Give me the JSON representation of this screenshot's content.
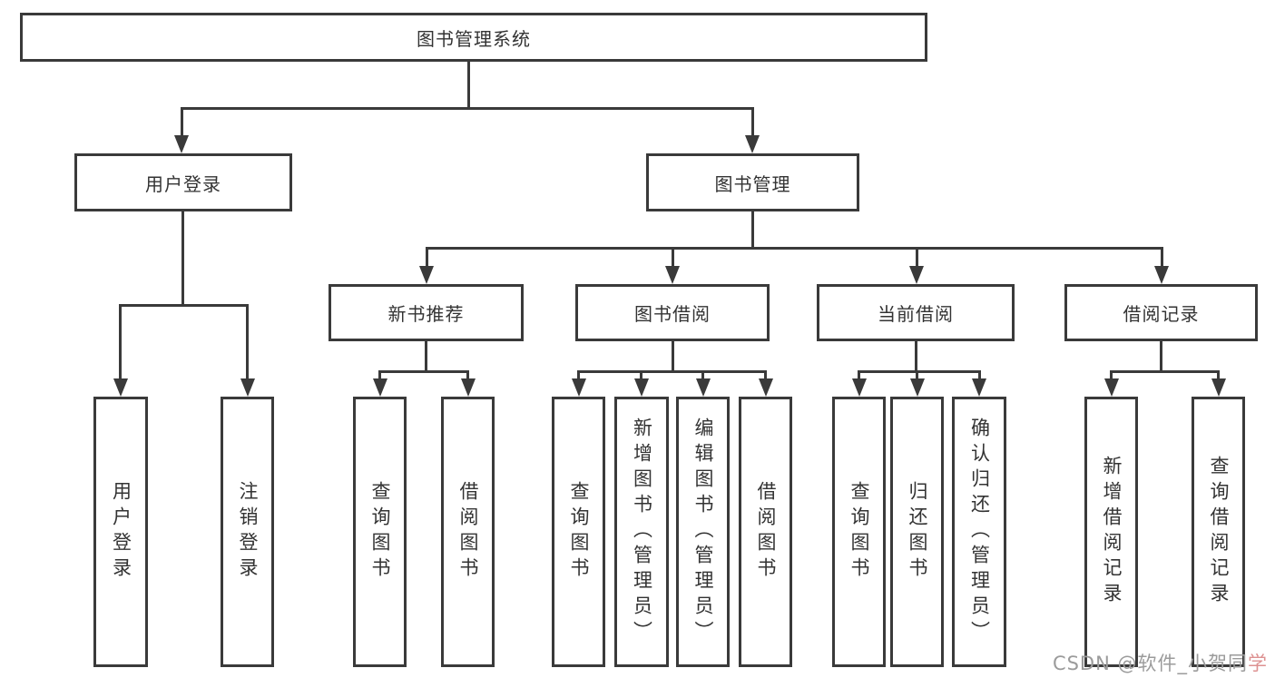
{
  "nodes": {
    "root": "图书管理系统",
    "user_login": "用户登录",
    "book_mgmt": "图书管理",
    "new_books": "新书推荐",
    "book_borrow": "图书借阅",
    "current_borrow": "当前借阅",
    "borrow_records": "借阅记录"
  },
  "leaves": {
    "user_login": [
      "用户登录",
      "注销登录"
    ],
    "new_books": [
      "查询图书",
      "借阅图书"
    ],
    "book_borrow": [
      "查询图书",
      "新增图书（管理员）",
      "编辑图书（管理员）",
      "借阅图书"
    ],
    "current_borrow": [
      "查询图书",
      "归还图书",
      "确认归还（管理员）"
    ],
    "borrow_records": [
      "新增借阅记录",
      "查询借阅记录"
    ]
  },
  "watermark": {
    "prefix": "CSDN @软件_小贺同",
    "accent": "学"
  },
  "colors": {
    "line": "#3a3a3a",
    "text": "#333333",
    "watermark": "#9b9b9b"
  }
}
